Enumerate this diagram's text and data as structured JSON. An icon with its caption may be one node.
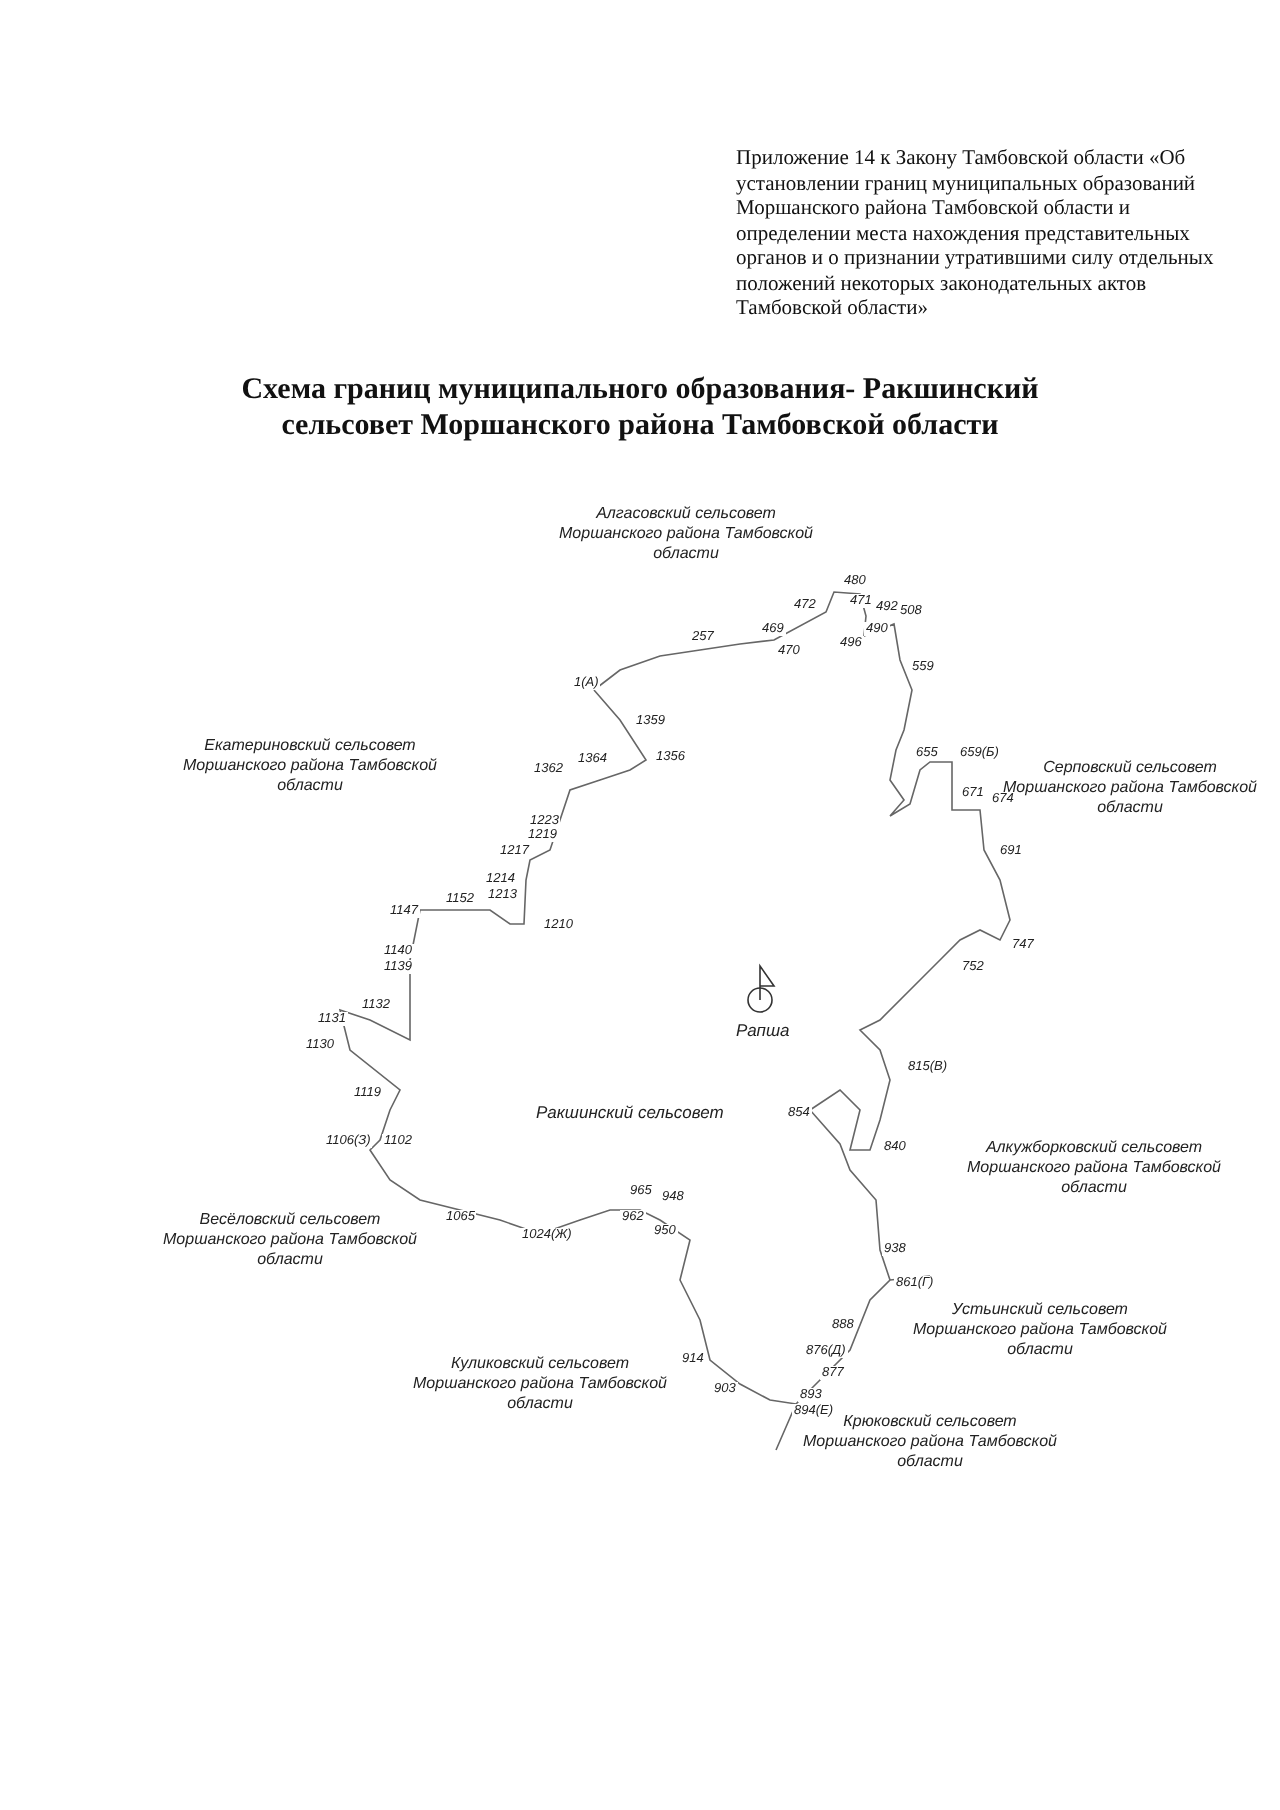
{
  "diagram": {
    "title": "Схема границ муниципального образования- Ракшинский сельсовет Моршанского района Тамбовской области",
    "labels": [
      "Приложение 14 к Закону Тамбовской области «Об установлении границ муниципальных образований Моршанского района Тамбовской области и определении места нахождения представительных органов и о признании утратившими силу отдельных положений некоторых законодательных актов Тамбовской области»",
      "Алгасовский сельсовет Моршанского района Тамбовской области",
      "480",
      "472",
      "471",
      "492",
      "508",
      "469",
      "490",
      "496",
      "470",
      "257",
      "559",
      "1(А)",
      "1359",
      "Екатериновский сельсовет Моршанского района Тамбовской области",
      "1362",
      "1364",
      "1356",
      "655",
      "659(Б)",
      "Серповский сельсовет Моршанского района Тамбовской области",
      "671",
      "674",
      "1223",
      "1219",
      "1217",
      "691",
      "1214",
      "1152",
      "1213",
      "1147",
      "1210",
      "1140",
      "1139",
      "747",
      "752",
      "Рапша",
      "1132",
      "1131",
      "1130",
      "1119",
      "815(В)",
      "Ракшинский сельсовет",
      "854",
      "1106(З)",
      "1102",
      "840",
      "Алкужборковский сельсовет Моршанского района Тамбовской области",
      "1065",
      "965",
      "948",
      "962",
      "950",
      "1024(Ж)",
      "Весёловский сельсовет Моршанского района Тамбовской области",
      "938",
      "861(Г)",
      "Устьинский сельсовет Моршанского района Тамбовской области",
      "888",
      "914",
      "876(Д)",
      "877",
      "Куликовский сельсовет Моршанского района Тамбовской области",
      "903",
      "893",
      "894(Е)",
      "Крюковский сельсовет Моршанского района Тамбовской области"
    ]
  }
}
